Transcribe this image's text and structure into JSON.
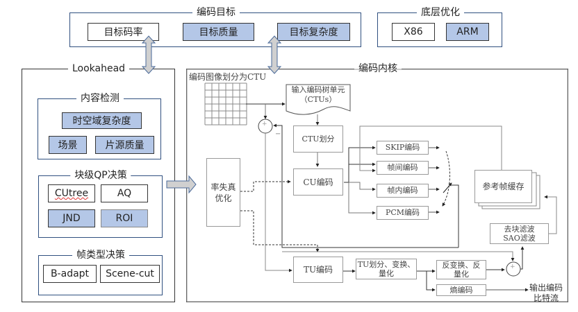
{
  "encoding_target": {
    "title": "编码目标",
    "items": [
      {
        "label": "目标码率",
        "highlighted": false
      },
      {
        "label": "目标质量",
        "highlighted": true
      },
      {
        "label": "目标复杂度",
        "highlighted": true
      }
    ]
  },
  "low_level_opt": {
    "title": "底层优化",
    "items": [
      {
        "label": "X86",
        "highlighted": false
      },
      {
        "label": "ARM",
        "highlighted": true
      }
    ]
  },
  "lookahead": {
    "title": "Lookahead",
    "content_detection": {
      "title": "内容检测",
      "items": [
        {
          "label": "时空域复杂度",
          "highlighted": true
        },
        {
          "label": "场景",
          "highlighted": true
        },
        {
          "label": "片源质量",
          "highlighted": true
        }
      ]
    },
    "block_qp": {
      "title": "块级QP决策",
      "items": [
        {
          "label": "CUtree",
          "highlighted": false
        },
        {
          "label": "AQ",
          "highlighted": false
        },
        {
          "label": "JND",
          "highlighted": true
        },
        {
          "label": "ROI",
          "highlighted": true
        }
      ]
    },
    "frame_type": {
      "title": "帧类型决策",
      "items": [
        {
          "label": "B-adapt",
          "highlighted": false
        },
        {
          "label": "Scene-cut",
          "highlighted": false
        }
      ]
    }
  },
  "core": {
    "title": "编码内核",
    "ctu_split_label": "编码图像划分为CTU",
    "input_ctu": {
      "line1": "输入编码树单元",
      "line2": "（CTUs）"
    },
    "ctu_partition": "CTU划分",
    "cu_encode": "CU编码",
    "rdo": {
      "line1": "率失真",
      "line2": "优化"
    },
    "modes": [
      "SKIP编码",
      "帧间编码",
      "帧内编码",
      "PCM编码"
    ],
    "ref_buffer": "参考帧缓存",
    "filter": {
      "line1": "去块滤波",
      "line2": "SAO滤波"
    },
    "tu_encode": "TU编码",
    "tu_transform": {
      "line1": "TU划分、变换、",
      "line2": "量化"
    },
    "inv_transform": {
      "line1": "反变换、反",
      "line2": "量化"
    },
    "entropy": "熵编码",
    "output": {
      "line1": "输出编码",
      "line2": "比特流"
    },
    "plus_sign": "+",
    "minus_sign": "−"
  },
  "colors": {
    "highlight": "#b4c7e7",
    "group_border": "#2f4f7f",
    "arrow_fill": "#d0d0d0",
    "arrow_stroke": "#4a6a9a"
  }
}
